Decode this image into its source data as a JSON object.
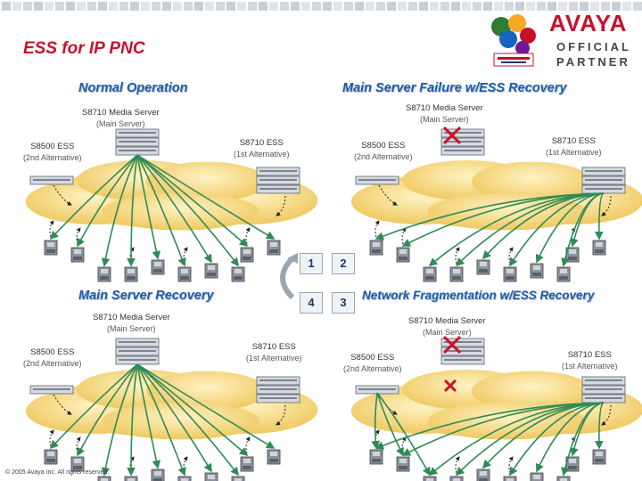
{
  "title": "ESS for IP PNC",
  "brand": {
    "name": "AVAYA",
    "official": "OFFICIAL",
    "partner": "PARTNER"
  },
  "copyright": "© 2005 Avaya Inc. All rights reserved.",
  "panels": [
    {
      "number": "1",
      "title": "Normal Operation",
      "main_server": {
        "name": "S8710 Media Server",
        "role": "(Main Server)"
      },
      "ess_1st": {
        "name": "S8710 ESS",
        "role": "(1st Alternative)"
      },
      "ess_2nd": {
        "name": "S8500 ESS",
        "role": "(2nd Alternative)"
      }
    },
    {
      "number": "2",
      "title": "Main Server Failure w/ESS Recovery",
      "main_server": {
        "name": "S8710 Media Server",
        "role": "(Main Server)"
      },
      "ess_1st": {
        "name": "S8710 ESS",
        "role": "(1st Alternative)"
      },
      "ess_2nd": {
        "name": "S8500 ESS",
        "role": "(2nd Alternative)"
      }
    },
    {
      "number": "4",
      "title": "Main Server Recovery",
      "main_server": {
        "name": "S8710 Media Server",
        "role": "(Main Server)"
      },
      "ess_1st": {
        "name": "S8710 ESS",
        "role": "(1st Alternative)"
      },
      "ess_2nd": {
        "name": "S8500 ESS",
        "role": "(2nd Alternative)"
      }
    },
    {
      "number": "3",
      "title": "Network Fragmentation w/ESS Recovery",
      "main_server": {
        "name": "S8710 Media Server",
        "role": "(Main Server)"
      },
      "ess_1st": {
        "name": "S8710 ESS",
        "role": "(1st Alternative)"
      },
      "ess_2nd": {
        "name": "S8500 ESS",
        "role": "(2nd Alternative)"
      }
    }
  ],
  "colors": {
    "title": "#c8102e",
    "panel_title": "#1f5aa8",
    "cloud": "#f6d98a",
    "link": "#2e8b57",
    "failure_mark": "#d0102a",
    "top_band": "#d9dde3"
  }
}
